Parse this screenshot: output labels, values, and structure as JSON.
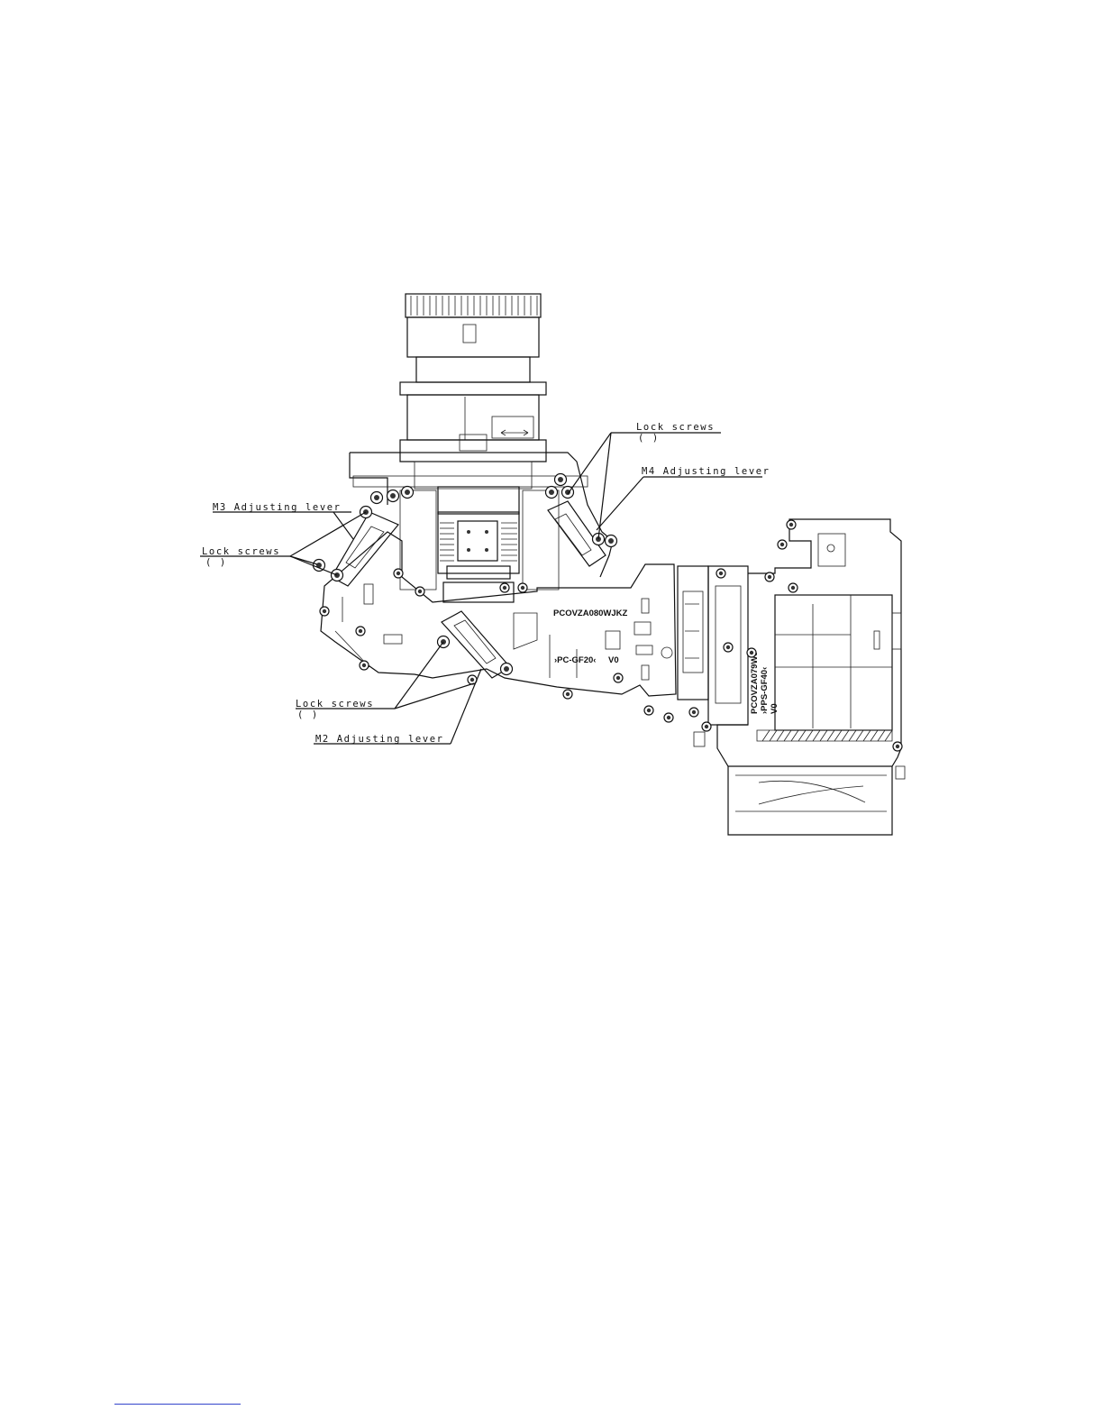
{
  "callouts": {
    "lock_top": "Lock screws",
    "lock_top_paren": "(          )",
    "m4": "M4 Adjusting lever",
    "m3": "M3 Adjusting lever",
    "lock_left": "Lock screws",
    "lock_left_paren": "(          )",
    "lock_bottom": "Lock screws",
    "lock_bottom_paren": "(          )",
    "m2": "M2 Adjusting lever"
  },
  "board_labels": {
    "main_part": "PCOVZA080WJKZ",
    "main_model": "›PC-GF20‹",
    "main_ver": "V0",
    "side_part": "PCOVZA079WJ",
    "side_model": "›PPS-GF40‹",
    "side_ver": "V0"
  },
  "colors": {
    "line": "#111111",
    "footer_line": "#3344cc"
  }
}
